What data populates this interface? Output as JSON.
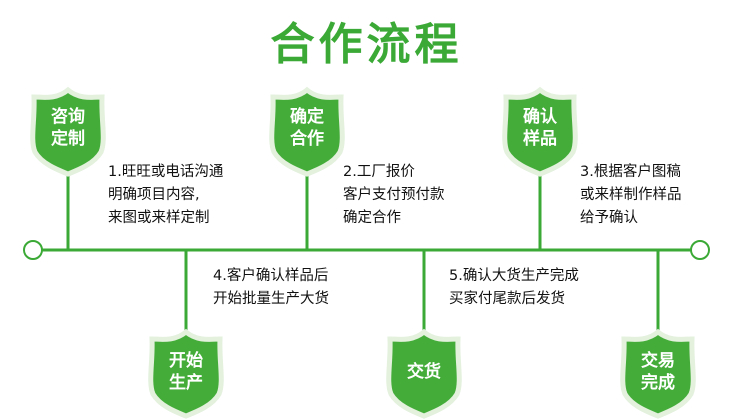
{
  "title": "合作流程",
  "colors": {
    "green": "#3aa935",
    "shield_fill": "#44ad3a",
    "shield_border": "#e3f1dd"
  },
  "shields": [
    {
      "line1": "咨询",
      "line2": "定制"
    },
    {
      "line1": "确定",
      "line2": "合作"
    },
    {
      "line1": "确认",
      "line2": "样品"
    },
    {
      "line1": "开始",
      "line2": "生产"
    },
    {
      "line1": "交货",
      "line2": ""
    },
    {
      "line1": "交易",
      "line2": "完成"
    }
  ],
  "steps": [
    {
      "lines": [
        "1.旺旺或电话沟通",
        "明确项目内容,",
        "来图或来样定制"
      ]
    },
    {
      "lines": [
        "2.工厂报价",
        "客户支付预付款",
        "确定合作"
      ]
    },
    {
      "lines": [
        "3.根据客户图稿",
        "或来样制作样品",
        "给予确认"
      ]
    },
    {
      "lines": [
        "4.客户确认样品后",
        "开始批量生产大货"
      ]
    },
    {
      "lines": [
        "5.确认大货生产完成",
        "买家付尾款后发货"
      ]
    }
  ]
}
